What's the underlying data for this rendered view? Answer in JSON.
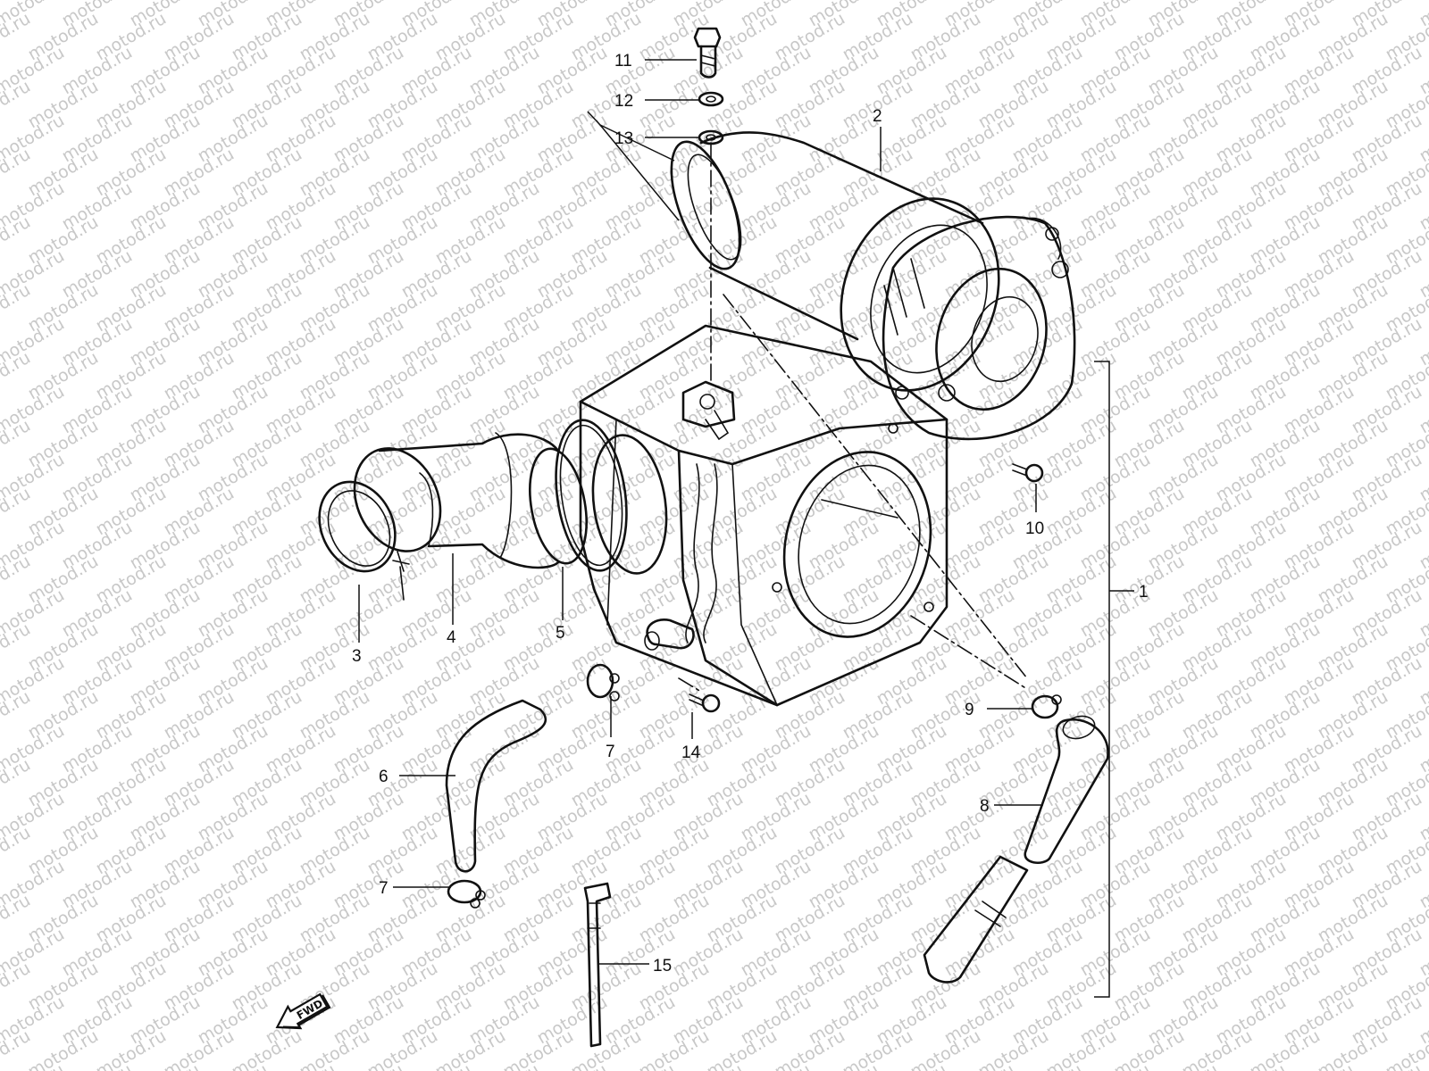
{
  "watermark": "motod.ru",
  "fwd_label": "FWD",
  "callouts": {
    "c1": "1",
    "c2": "2",
    "c3": "3",
    "c4": "4",
    "c5": "5",
    "c6": "6",
    "c7a": "7",
    "c7b": "7",
    "c8": "8",
    "c9": "9",
    "c10": "10",
    "c11": "11",
    "c12": "12",
    "c13": "13",
    "c14": "14",
    "c15": "15"
  },
  "colors": {
    "line": "#111111",
    "watermark": "#c8c8c8",
    "background": "#ffffff"
  }
}
